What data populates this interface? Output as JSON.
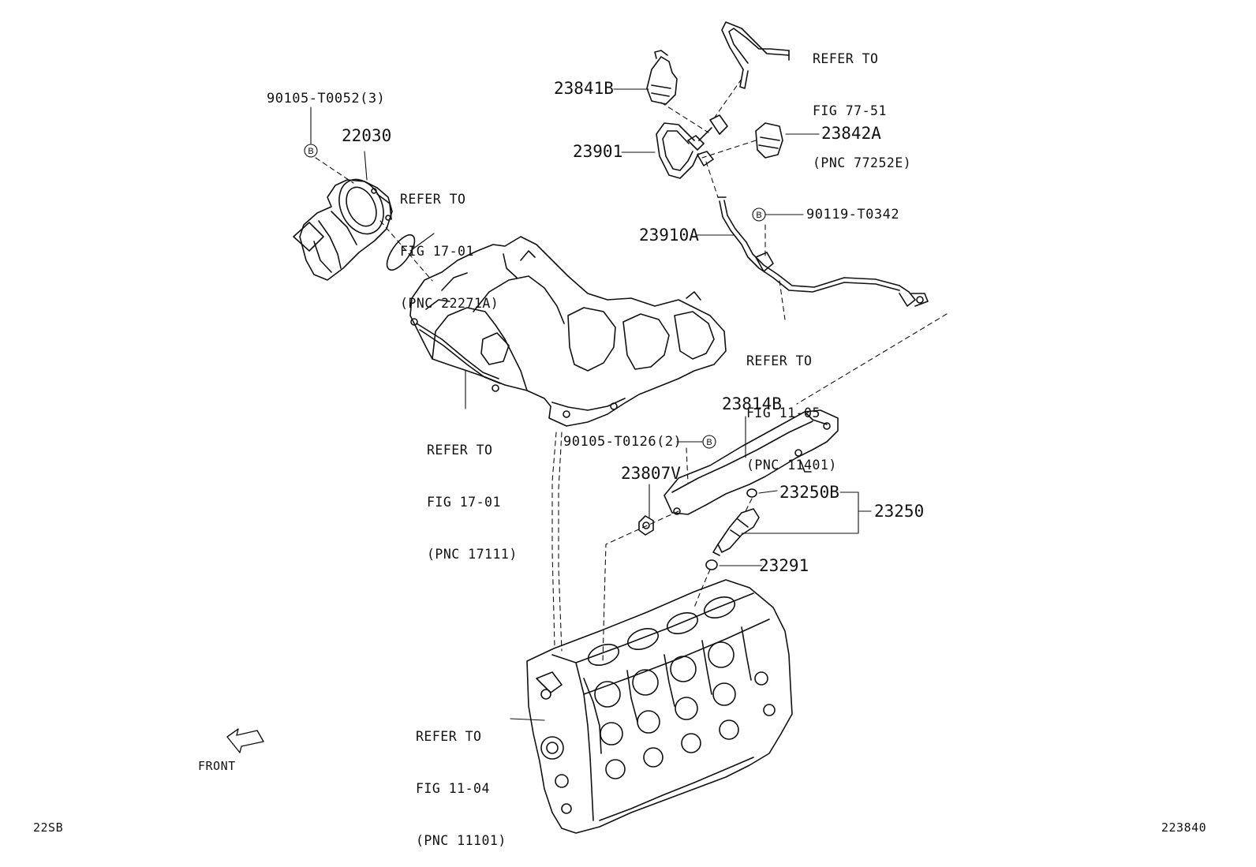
{
  "colors": {
    "ink": "#111111",
    "background": "#ffffff"
  },
  "labels": {
    "bolt_90105_t0052": "90105-T0052(3)",
    "part_22030": "22030",
    "refer_22271a": [
      "REFER TO",
      "FIG 17-01",
      "(PNC 22271A)"
    ],
    "refer_77252e": [
      "REFER TO",
      "FIG 77-51",
      "(PNC 77252E)"
    ],
    "part_23841b": "23841B",
    "part_23901": "23901",
    "part_23842a": "23842A",
    "bolt_90119_t0342": "90119-T0342",
    "part_23910a": "23910A",
    "refer_11401": [
      "REFER TO",
      "FIG 11-05",
      "(PNC 11401)"
    ],
    "refer_17111": [
      "REFER TO",
      "FIG 17-01",
      "(PNC 17111)"
    ],
    "part_23814b": "23814B",
    "bolt_90105_t0126": "90105-T0126(2)",
    "part_23807v": "23807V",
    "part_23250b": "23250B",
    "part_23250": "23250",
    "part_23291": "23291",
    "refer_11101": [
      "REFER TO",
      "FIG 11-04",
      "(PNC 11101)"
    ],
    "front": "FRONT",
    "corner_left": "22SB",
    "corner_right": "223840"
  },
  "symbols": {
    "callout_letter": "B",
    "front_arrow": "front-arrow-icon"
  }
}
